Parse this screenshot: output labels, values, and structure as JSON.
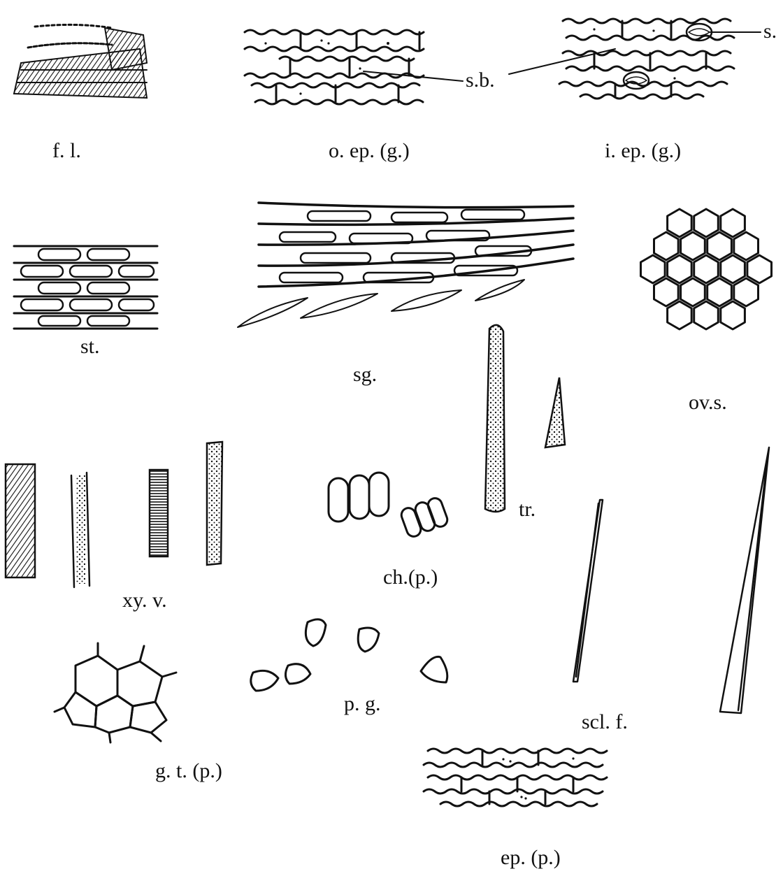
{
  "figure": {
    "labels": {
      "fl": "f. l.",
      "oep": "o. ep. (g.)",
      "iep": "i. ep. (g.)",
      "sb": "s.b.",
      "s": "s.",
      "st": "st.",
      "sg": "sg.",
      "ovs": "ov.s.",
      "tr": "tr.",
      "xyv": "xy. v.",
      "ch": "ch.(p.)",
      "pg": "p. g.",
      "sclf": "scl. f.",
      "gt": "g. t. (p.)",
      "epp": "ep. (p.)"
    },
    "ink_color": "#111111",
    "background": "#ffffff"
  }
}
